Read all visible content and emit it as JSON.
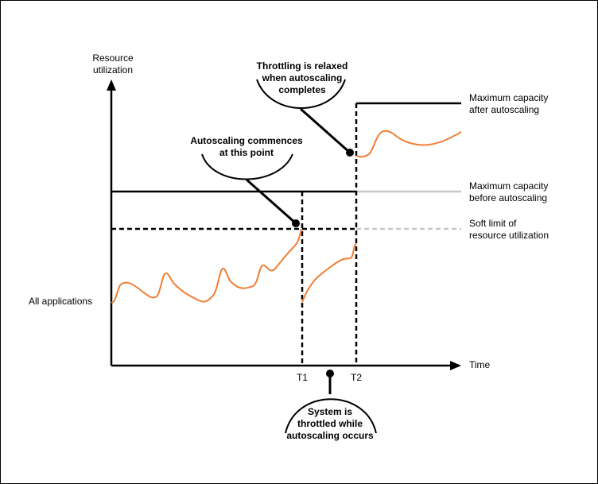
{
  "axes": {
    "y_label_line1": "Resource",
    "y_label_line2": "utilization",
    "x_label": "Time",
    "tick_t1": "T1",
    "tick_t2": "T2"
  },
  "labels": {
    "max_after_1": "Maximum capacity",
    "max_after_2": "after autoscaling",
    "max_before_1": "Maximum capacity",
    "max_before_2": "before autoscaling",
    "soft_limit_1": "Soft limit of",
    "soft_limit_2": "resource utilization",
    "all_apps": "All applications"
  },
  "callouts": {
    "relaxed_1": "Throttling is relaxed",
    "relaxed_2": "when autoscaling",
    "relaxed_3": "completes",
    "commences_1": "Autoscaling commences",
    "commences_2": "at this point",
    "throttled_1": "System is",
    "throttled_2": "throttled while",
    "throttled_3": "autoscaling occurs"
  },
  "colors": {
    "line": "#000000",
    "utilization": "#f07f35",
    "faded": "#c8c8c8"
  }
}
